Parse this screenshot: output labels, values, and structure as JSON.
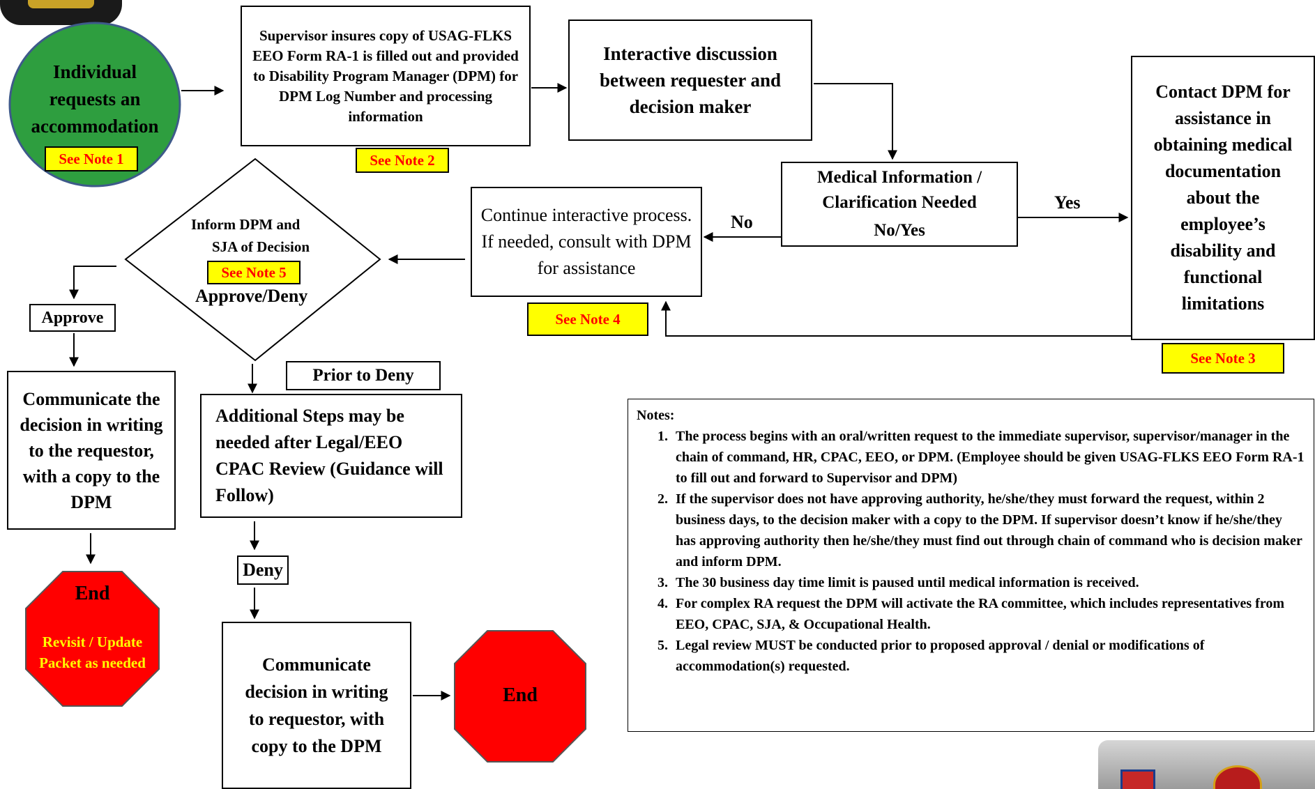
{
  "colors": {
    "start_fill": "#2e9e3f",
    "start_border": "#3e5a8a",
    "stop_fill": "#ff0000",
    "note_fill": "#ffff00",
    "note_text": "#ff0000"
  },
  "start": {
    "text": "Individual requests an accommodation",
    "note": "See Note 1"
  },
  "step_supervisor": {
    "text": "Supervisor insures copy of USAG-FLKS EEO Form RA-1 is filled out and provided to Disability Program Manager (DPM) for DPM Log Number and processing information",
    "note": "See Note 2"
  },
  "step_interactive": {
    "text": "Interactive discussion between requester and decision maker"
  },
  "decision_medical": {
    "line1": "Medical  Information /",
    "line2": "Clarification Needed",
    "line3": "No/Yes",
    "yes_label": "Yes",
    "no_label": "No"
  },
  "step_contact_dpm": {
    "text": "Contact DPM for assistance in obtaining medical documentation about the employee’s disability and functional limitations",
    "note": "See Note 3"
  },
  "step_continue": {
    "text": "Continue interactive process. If needed, consult with DPM for assistance",
    "note": "See Note 4"
  },
  "decision_inform": {
    "line1": "Inform DPM and",
    "line2": "SJA of Decision",
    "note": "See Note 5",
    "line3": "Approve/Deny"
  },
  "branch_approve": {
    "label": "Approve",
    "communicate": "Communicate the decision in writing to the requestor,  with a copy to the DPM",
    "end_title": "End",
    "end_sub": "Revisit / Update Packet as needed"
  },
  "branch_deny": {
    "prior_label": "Prior to Deny",
    "additional": "Additional Steps may be needed after Legal/EEO CPAC Review (Guidance will Follow)",
    "deny_label": "Deny",
    "communicate": "Communicate decision in writing to requestor, with copy to the DPM",
    "end_title": "End"
  },
  "notes": {
    "heading": "Notes:",
    "items": [
      "The process begins with an oral/written request to the immediate supervisor, supervisor/manager in the chain of command, HR, CPAC, EEO, or DPM. (Employee should be given USAG-FLKS EEO Form RA-1 to fill out and forward to Supervisor and DPM)",
      "If the supervisor does not have approving authority, he/she/they must forward the request, within 2 business days, to the decision maker with a copy to the DPM. If supervisor doesn’t know if he/she/they has approving authority then he/she/they must find out through chain of command who is decision maker and inform DPM.",
      "The 30 business day time limit is paused until medical information is received.",
      "For complex RA request the DPM will activate the RA committee, which includes representatives from EEO, CPAC, SJA, & Occupational  Health.",
      "Legal review MUST be conducted prior to proposed approval / denial or modifications of accommodation(s) requested."
    ]
  }
}
